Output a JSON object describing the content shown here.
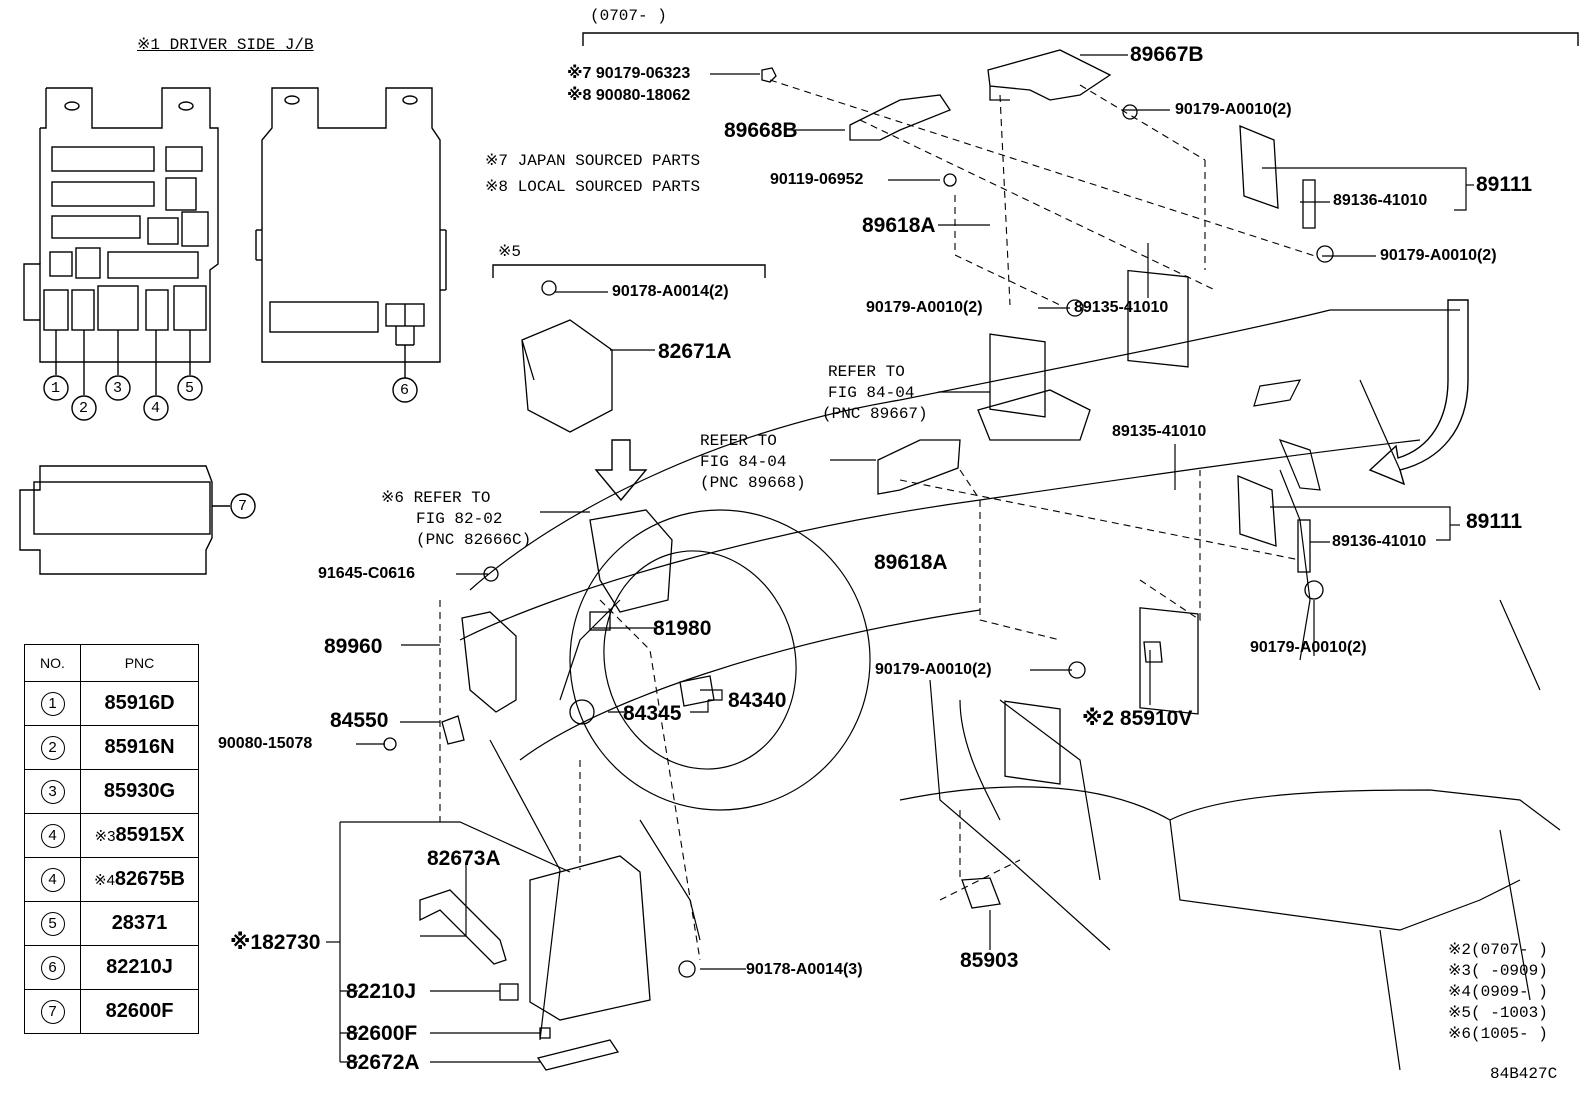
{
  "jb": {
    "title": "※1 DRIVER SIDE J/B",
    "callouts": [
      "1",
      "2",
      "3",
      "4",
      "5",
      "6",
      "7"
    ]
  },
  "date_range": "(0707-     )",
  "notes": {
    "n7": "※7 JAPAN SOURCED PARTS",
    "n8": "※8  LOCAL SOURCED PARTS",
    "s5": "※5",
    "s2": "※2(0707-    )",
    "s3": "※3(    -0909)",
    "s4": "※4(0909-    )",
    "s5r": "※5(    -1003)",
    "s6": "※6(1005-    )",
    "figcode": "84B427C"
  },
  "labels": {
    "p89667B": "89667B",
    "p7_90179": "※7 90179-06323",
    "p8_90080": "※8 90080-18062",
    "p90179_a1": "90179-A0010(2)",
    "p89668B": "89668B",
    "p90119": "90119-06952",
    "p89618A_top": "89618A",
    "p89111_top": "89111",
    "p89136_top": "89136-41010",
    "p90179_a2": "90179-A0010(2)",
    "p90179_a3": "90179-A0010(2)",
    "p89135_top": "89135-41010",
    "p90178_1": "90178-A0014(2)",
    "p82671A": "82671A",
    "refer1_a": "REFER TO",
    "refer1_b": "FIG 84-04",
    "refer1_c": "(PNC 89667)",
    "refer2_a": "REFER TO",
    "refer2_b": "FIG 84-04",
    "refer2_c": "(PNC 89668)",
    "p89135_mid": "89135-41010",
    "p89111_mid": "89111",
    "p89136_mid": "89136-41010",
    "refer3_a": "※6 REFER TO",
    "refer3_b": "FIG 82-02",
    "refer3_c": "(PNC 82666C)",
    "p91645": "91645-C0616",
    "p89618A_mid": "89618A",
    "p89960": "89960",
    "p81980": "81980",
    "p90179_a4": "90179-A0010(2)",
    "p90179_a5": "90179-A0010(2)",
    "p84550": "84550",
    "p84340": "84340",
    "p84345": "84345",
    "p85910V": "※2 85910V",
    "p90080_15078": "90080-15078",
    "p82673A": "82673A",
    "p82730": "※182730",
    "p85903": "85903",
    "p90178_3": "90178-A0014(3)",
    "p82210J": "82210J",
    "p82600F": "82600F",
    "p82672A": "82672A"
  },
  "pnc_table": {
    "headers": [
      "NO.",
      "PNC"
    ],
    "rows": [
      {
        "no": "1",
        "prefix": "",
        "pnc": "85916D"
      },
      {
        "no": "2",
        "prefix": "",
        "pnc": "85916N"
      },
      {
        "no": "3",
        "prefix": "",
        "pnc": "85930G"
      },
      {
        "no": "4",
        "prefix": "※3",
        "pnc": "85915X"
      },
      {
        "no": "4",
        "prefix": "※4",
        "pnc": "82675B"
      },
      {
        "no": "5",
        "prefix": "",
        "pnc": "28371"
      },
      {
        "no": "6",
        "prefix": "",
        "pnc": "82210J"
      },
      {
        "no": "7",
        "prefix": "",
        "pnc": "82600F"
      }
    ]
  }
}
